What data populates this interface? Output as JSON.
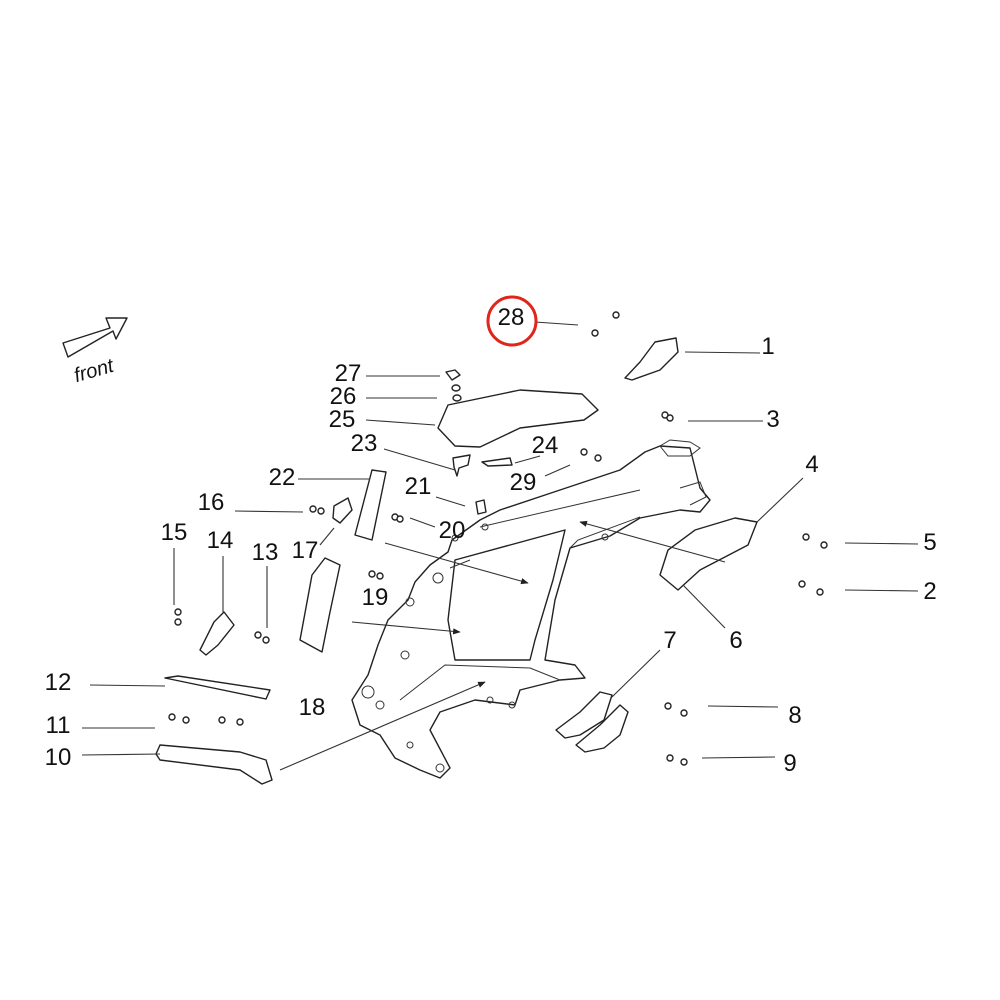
{
  "diagram": {
    "direction_label": "front",
    "highlighted_callout": "28",
    "highlight_color": "#e0251b",
    "callouts": [
      "1",
      "2",
      "3",
      "4",
      "5",
      "6",
      "7",
      "8",
      "9",
      "10",
      "11",
      "12",
      "13",
      "14",
      "15",
      "16",
      "17",
      "18",
      "19",
      "20",
      "21",
      "22",
      "23",
      "24",
      "25",
      "26",
      "27",
      "28",
      "29"
    ]
  }
}
